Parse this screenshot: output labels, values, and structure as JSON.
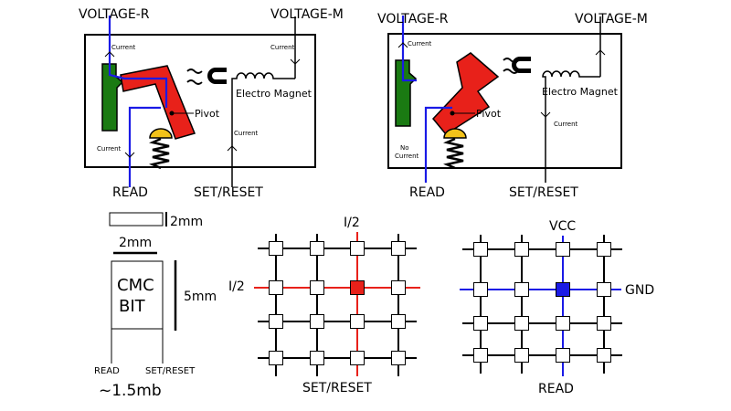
{
  "relay_left": {
    "voltage_r": "VOLTAGE-R",
    "voltage_m": "VOLTAGE-M",
    "current_1": "Current",
    "current_2": "Current",
    "current_3": "Current",
    "current_4": "Current",
    "magnet_label": "Electro Magnet",
    "pivot": "Pivot",
    "read": "READ",
    "set_reset": "SET/RESET"
  },
  "relay_right": {
    "voltage_r": "VOLTAGE-R",
    "voltage_m": "VOLTAGE-M",
    "current_1": "Current",
    "current_2": "Current",
    "no_current_1": "No",
    "no_current_2": "Current",
    "magnet_label": "Electro Magnet",
    "pivot": "Pivot",
    "read": "READ",
    "set_reset": "SET/RESET"
  },
  "bit": {
    "width_top": "2mm",
    "width": "2mm",
    "height": "5mm",
    "name_1": "CMC",
    "name_2": "BIT",
    "read": "READ",
    "set_reset": "SET/RESET",
    "capacity": "~1.5mb"
  },
  "grid_write": {
    "top": "I/2",
    "left": "I/2",
    "bottom": "SET/RESET",
    "color": "#e8211a"
  },
  "grid_read": {
    "top": "VCC",
    "right": "GND",
    "bottom": "READ",
    "color": "#1a1ae6"
  },
  "colors": {
    "wire_blue": "#1a1ae6",
    "arm_red": "#e8211a",
    "contact_green": "#1a7a12",
    "contact_yellow": "#f2c21a"
  }
}
